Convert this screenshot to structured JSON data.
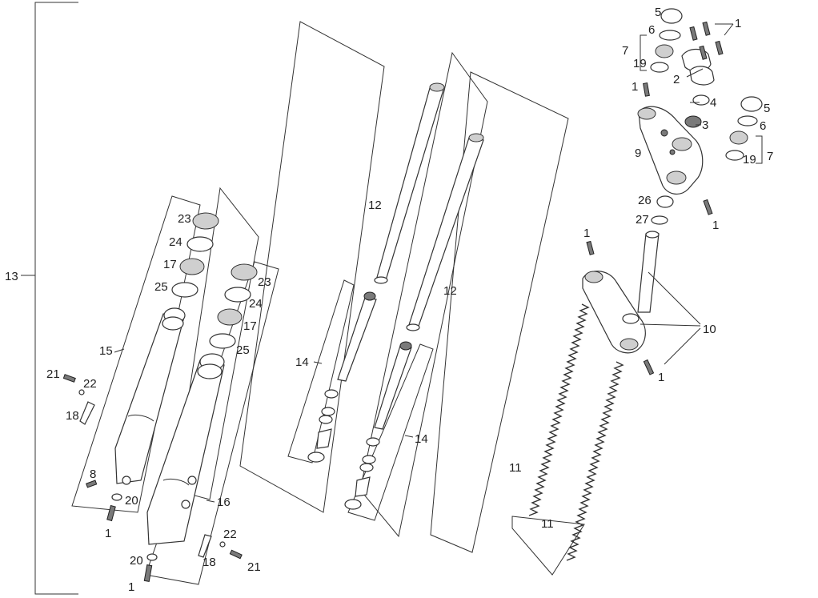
{
  "diagram": {
    "callouts": {
      "c13": "13",
      "c5a": "5",
      "c6a": "6",
      "c7a": "7",
      "c19a": "19",
      "c1a": "1",
      "c2": "2",
      "c1b": "1",
      "c4": "4",
      "c3": "3",
      "c5b": "5",
      "c6b": "6",
      "c7b": "7",
      "c19b": "19",
      "c9": "9",
      "c26": "26",
      "c27": "27",
      "c1c": "1",
      "c1d": "1",
      "c10": "10",
      "c1e": "1",
      "c12a": "12",
      "c12b": "12",
      "c14a": "14",
      "c14b": "14",
      "c11a": "11",
      "c11b": "11",
      "c23a": "23",
      "c24a": "24",
      "c17a": "17",
      "c25a": "25",
      "c23b": "23",
      "c24b": "24",
      "c17b": "17",
      "c25b": "25",
      "c15": "15",
      "c16": "16",
      "c21a": "21",
      "c22a": "22",
      "c18a": "18",
      "c8": "8",
      "c20a": "20",
      "c1f": "1",
      "c22b": "22",
      "c18b": "18",
      "c21b": "21",
      "c20b": "20",
      "c1g": "1"
    }
  }
}
